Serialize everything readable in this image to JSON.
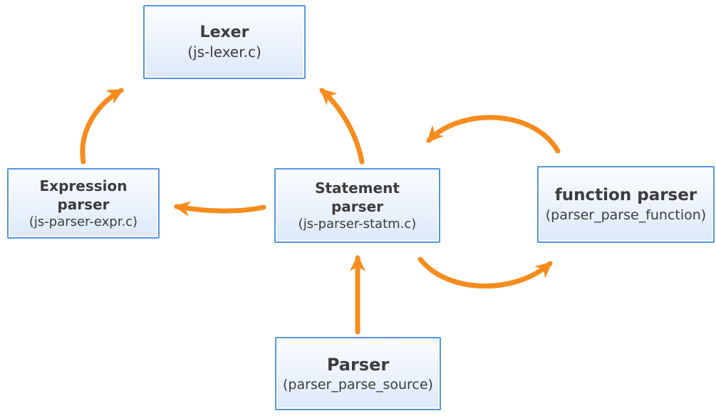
{
  "diagram": {
    "description": "JavaScript parser architecture flow diagram",
    "nodes": {
      "lexer": {
        "title": "Lexer",
        "subtitle": "(js-lexer.c)"
      },
      "expression_parser": {
        "title_line1": "Expression",
        "title_line2": "parser",
        "subtitle": "(js-parser-expr.c)"
      },
      "statement_parser": {
        "title_line1": "Statement",
        "title_line2": "parser",
        "subtitle": "(js-parser-statm.c)"
      },
      "function_parser": {
        "title": "function parser",
        "subtitle": "(parser_parse_function)"
      },
      "parser": {
        "title": "Parser",
        "subtitle": "(parser_parse_source)"
      }
    },
    "edges": [
      {
        "from": "expression_parser",
        "to": "lexer"
      },
      {
        "from": "statement_parser",
        "to": "lexer"
      },
      {
        "from": "statement_parser",
        "to": "expression_parser"
      },
      {
        "from": "function_parser",
        "to": "statement_parser"
      },
      {
        "from": "statement_parser",
        "to": "function_parser"
      },
      {
        "from": "parser",
        "to": "statement_parser"
      }
    ],
    "colors": {
      "arrow": "#F78C1E",
      "box_border": "#5596E0",
      "box_fill_top": "#FBFDFF",
      "box_fill_bottom": "#DCE9F9",
      "text": "#3C3C3C",
      "background": "#FFFFFF"
    }
  }
}
